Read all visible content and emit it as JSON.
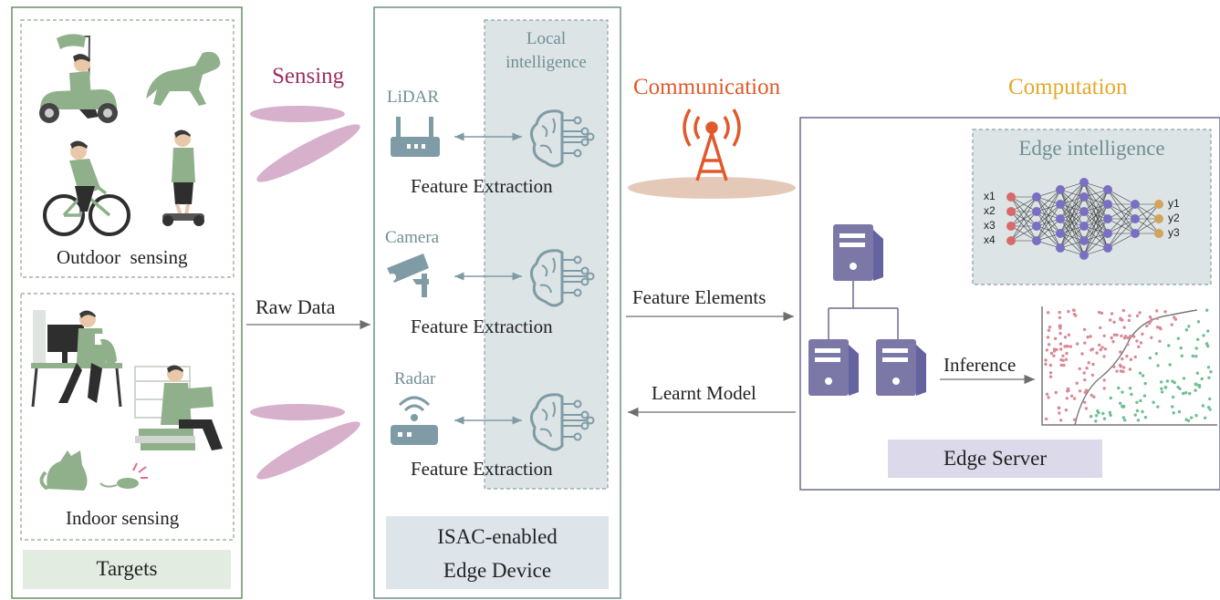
{
  "targets": {
    "outdoor_label": "Outdoor  sensing",
    "indoor_label": "Indoor sensing",
    "footer_label": "Targets"
  },
  "links": {
    "sensing": "Sensing",
    "raw_data": "Raw Data",
    "communication": "Communication",
    "computation": "Computation",
    "feature_elements": "Feature Elements",
    "learnt_model": "Learnt Model"
  },
  "device": {
    "local_intelligence_line1": "Local",
    "local_intelligence_line2": "intelligence",
    "sensors": [
      {
        "name": "LiDAR",
        "caption": "Feature Extraction"
      },
      {
        "name": "Camera",
        "caption": "Feature Extraction"
      },
      {
        "name": "Radar",
        "caption": "Feature Extraction"
      }
    ],
    "footer_line1": "ISAC-enabled",
    "footer_line2": "Edge Device"
  },
  "server": {
    "edge_intelligence_title": "Edge intelligence",
    "inputs": [
      "x1",
      "x2",
      "x3",
      "x4"
    ],
    "outputs": [
      "y1",
      "y2",
      "y3"
    ],
    "inference_label": "Inference",
    "footer_label": "Edge Server"
  },
  "colors": {
    "green_figure": "#8fb08a",
    "panel_border": "#6a8f62",
    "device_border": "#6f8f8a",
    "server_border": "#6b6a8e",
    "sensing_color": "#9b2f63",
    "communication_color": "#e0592a",
    "computation_color": "#e5a82a",
    "local_panel": "#dde4e6",
    "server_blue": "#7b78a8",
    "sensor_icon": "#7f9ca6",
    "edge_intel_panel": "#dde4e6",
    "input_node": "#d96a6a",
    "hidden_node": "#7b6fc4",
    "output_node": "#d3a35c"
  }
}
